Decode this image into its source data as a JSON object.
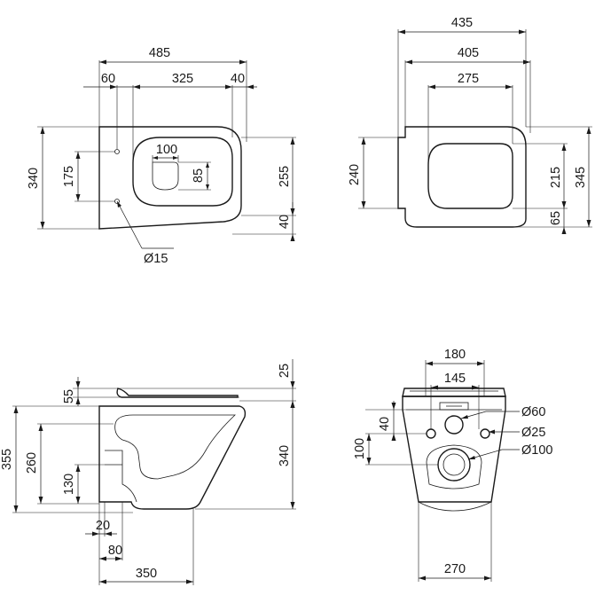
{
  "views": {
    "top_left": {
      "dim_485": "485",
      "dim_60": "60",
      "dim_325": "325",
      "dim_40_top": "40",
      "dim_340": "340",
      "dim_175": "175",
      "dim_100": "100",
      "dim_85": "85",
      "dim_255": "255",
      "dim_40_right": "40",
      "dim_d15": "Ø15"
    },
    "top_right": {
      "dim_435": "435",
      "dim_405": "405",
      "dim_275": "275",
      "dim_240": "240",
      "dim_215": "215",
      "dim_345": "345",
      "dim_65": "65"
    },
    "side": {
      "dim_25": "25",
      "dim_55": "55",
      "dim_355": "355",
      "dim_260": "260",
      "dim_130": "130",
      "dim_340": "340",
      "dim_20": "20",
      "dim_80": "80",
      "dim_350": "350"
    },
    "rear": {
      "dim_180": "180",
      "dim_145": "145",
      "dim_d60": "Ø60",
      "dim_40": "40",
      "dim_d25": "Ø25",
      "dim_100": "100",
      "dim_d100": "Ø100",
      "dim_270": "270"
    }
  }
}
